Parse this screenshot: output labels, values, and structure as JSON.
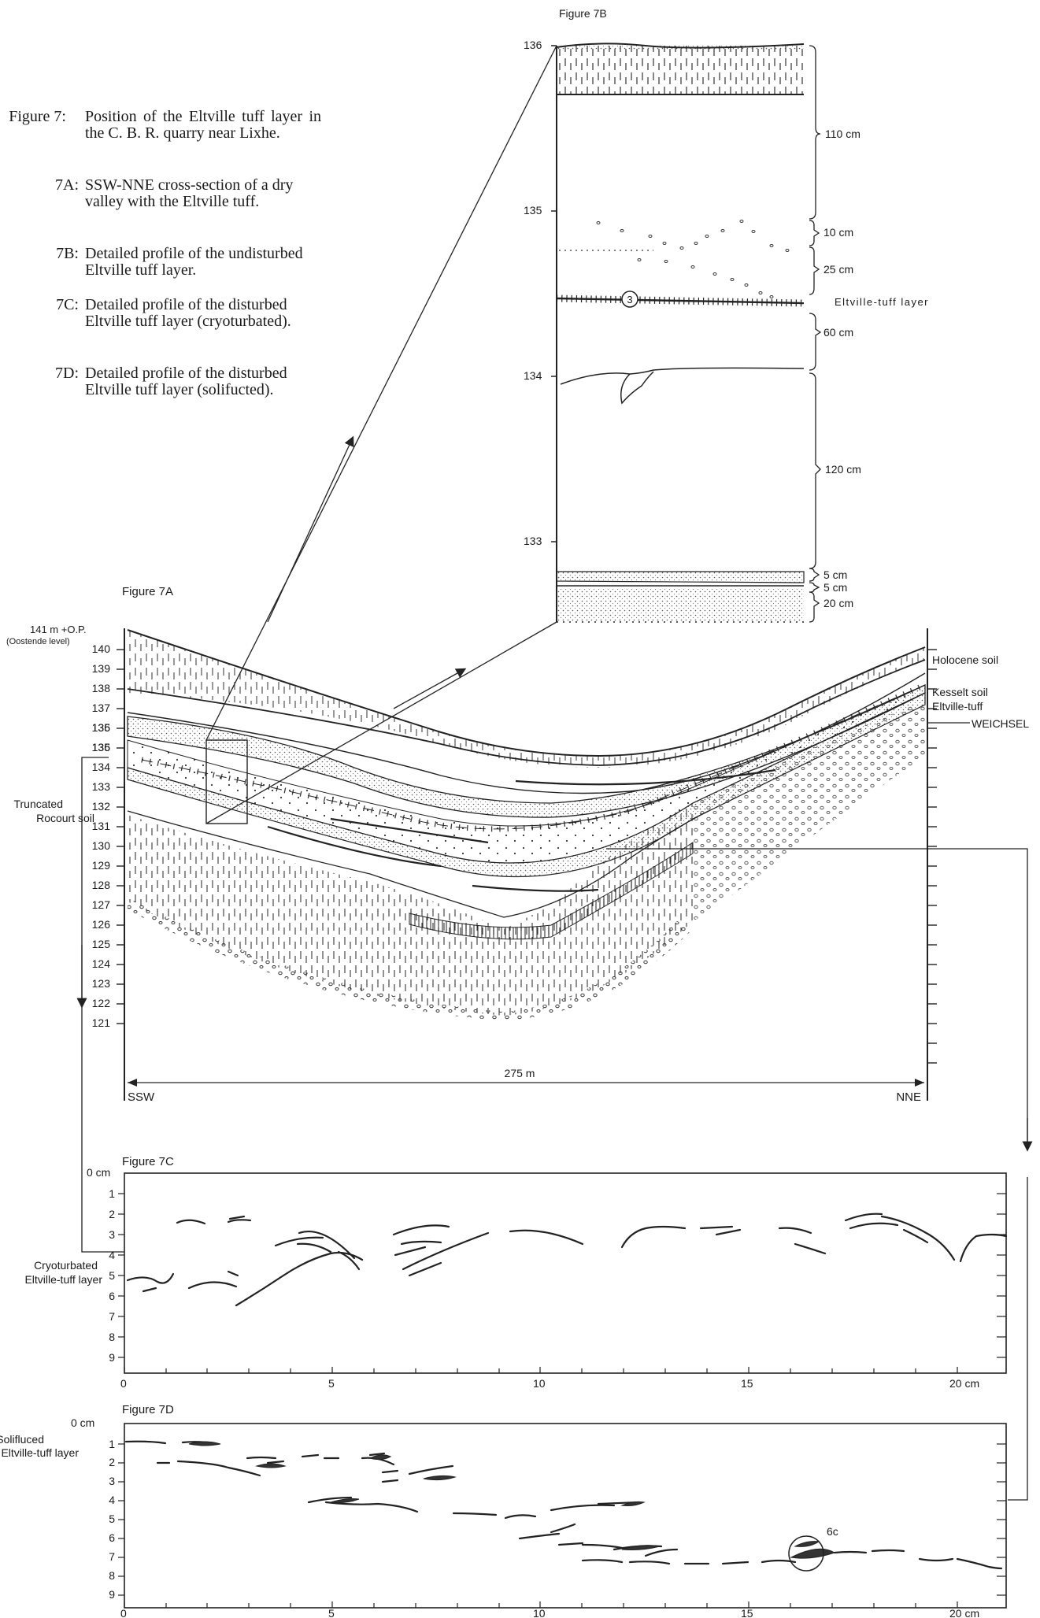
{
  "caption": {
    "main": {
      "label": "Figure   7:",
      "text": "Position of the Eltville tuff layer in the C. B. R. quarry near Lixhe."
    },
    "items": [
      {
        "label": "7A:",
        "text": "SSW-NNE cross-section of a dry valley with the Eltville tuff."
      },
      {
        "label": "7B:",
        "text": "Detailed profile of the undisturbed Eltville tuff layer."
      },
      {
        "label": "7C:",
        "text": "Detailed profile of the disturbed Eltville tuff layer (cryoturbated)."
      },
      {
        "label": "7D:",
        "text": "Detailed profile of the disturbed Eltville tuff layer (solifucted)."
      }
    ]
  },
  "fig7b": {
    "title": "Figure 7B",
    "y_ticks": [
      "136",
      "135",
      "134",
      "133"
    ],
    "thickness_labels": [
      "110 cm",
      "10 cm",
      "25 cm",
      "Eltville-tuff layer",
      "60 cm",
      "120 cm",
      "5 cm",
      "5 cm",
      "20 cm"
    ],
    "marker": "3"
  },
  "fig7a": {
    "title": "Figure 7A",
    "top_label": "141 m +O.P.",
    "datum_label": "(Oostende level)",
    "y_ticks": [
      "140",
      "139",
      "138",
      "137",
      "136",
      "135",
      "134",
      "133",
      "132",
      "131",
      "130",
      "129",
      "128",
      "127",
      "126",
      "125",
      "124",
      "123",
      "122",
      "121"
    ],
    "upper_extra_ticks": [
      "135",
      "136"
    ],
    "left_labels": [
      "Truncated",
      "Rocourt soil"
    ],
    "right_labels": [
      "Holocene soil",
      "Kesselt soil",
      "Eltville-tuff",
      "WEICHSEL"
    ],
    "width_label": "275 m",
    "direction_left": "SSW",
    "direction_right": "NNE"
  },
  "fig7c": {
    "title": "Figure 7C",
    "top_label": "0 cm",
    "side_label": [
      "Cryoturbated",
      "Eltville-tuff layer"
    ],
    "y_ticks": [
      "1",
      "2",
      "3",
      "4",
      "5",
      "6",
      "7",
      "8",
      "9"
    ],
    "x_ticks": [
      "0",
      "5",
      "10",
      "15",
      "20   cm"
    ]
  },
  "fig7d": {
    "title": "Figure 7D",
    "top_label": "0 cm",
    "side_label": [
      "Solifluced",
      "Eltville-tuff layer"
    ],
    "y_ticks": [
      "1",
      "2",
      "3",
      "4",
      "5",
      "6",
      "7",
      "8",
      "9"
    ],
    "x_ticks": [
      "0",
      "5",
      "10",
      "15",
      "20   cm"
    ],
    "marker": "6c"
  }
}
